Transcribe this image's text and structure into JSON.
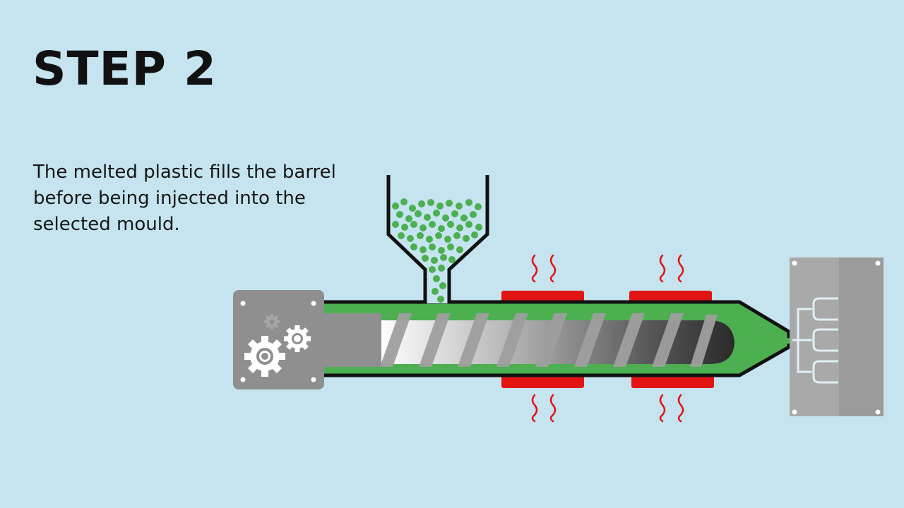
{
  "slide": {
    "title": "STEP 2",
    "description": "The melted plastic fills the barrel before being injected into the selected mould."
  },
  "colors": {
    "background": "#c5e4ef",
    "plastic_green": "#4caf50",
    "pellet_green": "#4caf50",
    "heater_red": "#e31414",
    "heat_wave": "#e31414",
    "machine_grey": "#8f8f8f",
    "mould_grey": "#a7a7a7",
    "outline": "#111111"
  },
  "icons": [
    "gear-icon",
    "heat-wave-icon",
    "screw-thread"
  ]
}
